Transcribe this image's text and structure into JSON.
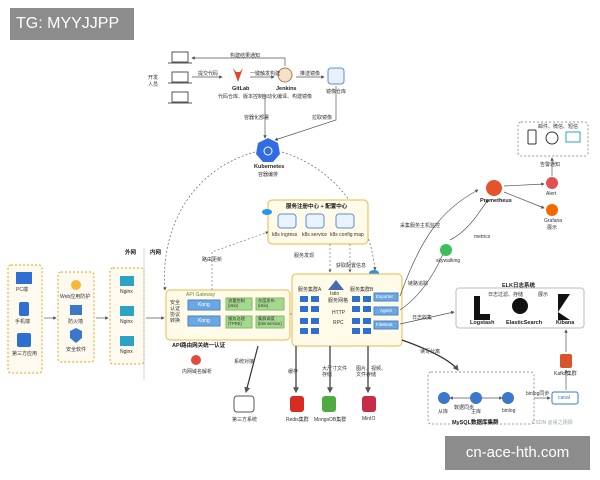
{
  "tag": "TG: MYYJJPP",
  "footer": "cn-ace-hth.com",
  "watermark": "CSDN @易之阴阳",
  "labels": {
    "devs": "开发\n人员",
    "submit_code": "提交代码",
    "gitlab": "GitLab",
    "gitlab_sub": "代码仓库、版本控制",
    "trigger_build": "一键触发构建",
    "jenkins": "Jenkins",
    "jenkins_sub": "自动化编译、构建镜像",
    "push_image": "推送镜像",
    "registry": "镜像仓库",
    "notify": "构建结果通知",
    "deploy": "容器化部署",
    "pull_image": "拉取镜像",
    "k8s": "Kubernetes",
    "k8s_sub": "容器编排",
    "reg_center": "服务注册中心 + 配置中心",
    "k8s_ingress": "k8s ingress",
    "k8s_service": "k8s service",
    "k8s_configmap": "k8s config map",
    "outer": "外网",
    "inner": "内网",
    "pc": "PC端",
    "mobile": "手机端",
    "third": "第三方应用",
    "waf": "Web应用防护",
    "firewall": "防火墙",
    "security": "安全软件",
    "nginx1": "Nginx",
    "nginx2": "Nginx",
    "nginx3": "Nginx",
    "api_gw": "API Gateway",
    "gw_left": "安全\n认证\n协议\n转换",
    "kong1": "Kong",
    "kong2": "Kong",
    "rate_limit": "流量控制\n(istio)",
    "canary": "灰度发布\n(istio)",
    "service_gov": "服务治理\n(TPRE)",
    "cluster_sched": "集群调度\n(k8s service)",
    "api_gw_caption": "API路由网关统一认证",
    "dns": "内网域名解析",
    "service_route": "路由更新",
    "service_discovery": "服务发现",
    "get_config": "获取配置信息",
    "svc_cluster_a": "服务集群A",
    "svc_cluster_b": "服务集群B",
    "istio": "Istio",
    "istio_sub": "服务网格",
    "http": "HTTP",
    "rpc": "RPC",
    "exporter": "Exporter",
    "agent": "Agent",
    "filebeat": "FileBeat",
    "collect": "采集服务主机监控",
    "prometheus": "Prometheus",
    "alert": "Alert",
    "grafana": "Grafana",
    "grafana_sub": "展示",
    "alert_notify": "告警通知",
    "alert_channels": "邮件、微信、短信",
    "metrics": "metrics",
    "skywalking": "skywalking",
    "link_trace": "链路追踪",
    "elk": "ELK日志系统",
    "log_collect": "日志收集",
    "log_filter": "日志过滤、存储",
    "display": "展示",
    "logstash": "Logstash",
    "es": "ElasticSearch",
    "kibana": "Kibana",
    "api_call": "系统对接",
    "cache": "缓存",
    "big_files": "大尺寸文件\n存储",
    "pics": "图片、视频、\n文件存储",
    "db_rw": "读写分离",
    "third_sys": "第三方系统",
    "redis": "Redis集群",
    "mongo": "MongoDB集群",
    "minio": "MinIO",
    "master_slave": "数据同步",
    "slave": "从库",
    "master": "主库",
    "binlog": "binlog",
    "canal": "canal",
    "kafka": "Kafka集群",
    "mysql": "MySQL数据库集群",
    "binlog_sync": "binlog同步"
  },
  "colors": {
    "k8s_blue": "#326ce5",
    "gitlab_orange": "#e24329",
    "green_pill": "#a5d88f",
    "dash_orange": "#e0a21a"
  }
}
